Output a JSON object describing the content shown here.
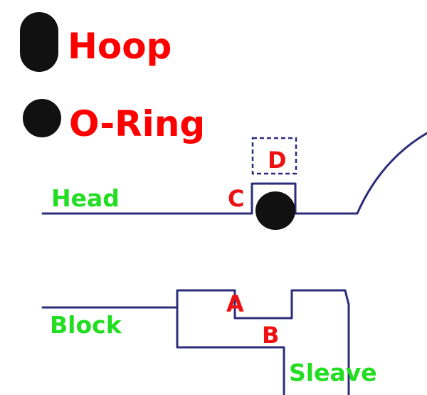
{
  "legend": {
    "hoop_label": "Hoop",
    "oring_label": "O-Ring"
  },
  "parts": {
    "head": "Head",
    "block": "Block",
    "sleave": "Sleave"
  },
  "points": {
    "a": "A",
    "b": "B",
    "c": "C",
    "d": "D"
  },
  "colors": {
    "legend_text": "#ff0000",
    "part_label": "#22dd22",
    "point_label": "#ee1111",
    "line": "#2c2c7a",
    "shape_fill": "#111111"
  }
}
